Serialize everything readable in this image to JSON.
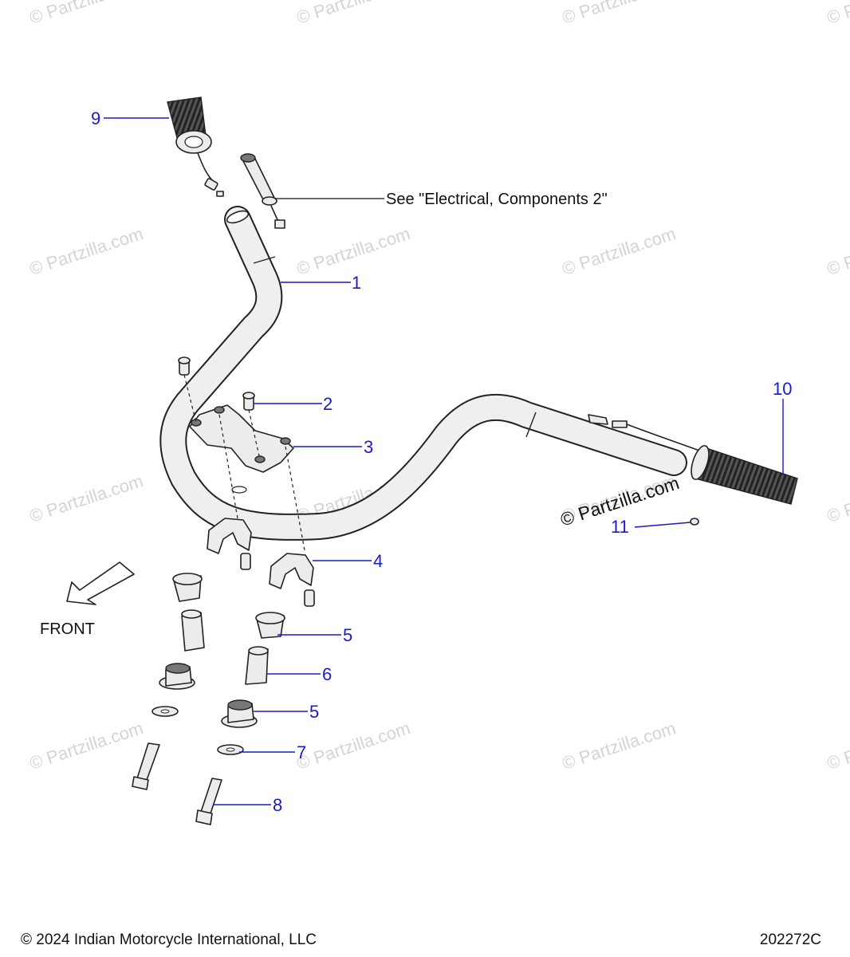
{
  "watermark_text": "© Partzilla.com",
  "stamp_text": "© Partzilla.com",
  "callouts": [
    "1",
    "2",
    "3",
    "4",
    "5",
    "5",
    "6",
    "7",
    "8",
    "9",
    "10",
    "11"
  ],
  "reference_note": "See \"Electrical, Components 2\"",
  "front_label": "FRONT",
  "footer": {
    "copyright": "© 2024 Indian Motorcycle International, LLC",
    "drawing_number": "202272C"
  },
  "colors": {
    "callout": "#1a1acc",
    "line_art": "#222222",
    "watermark": "#d4d4d4"
  }
}
